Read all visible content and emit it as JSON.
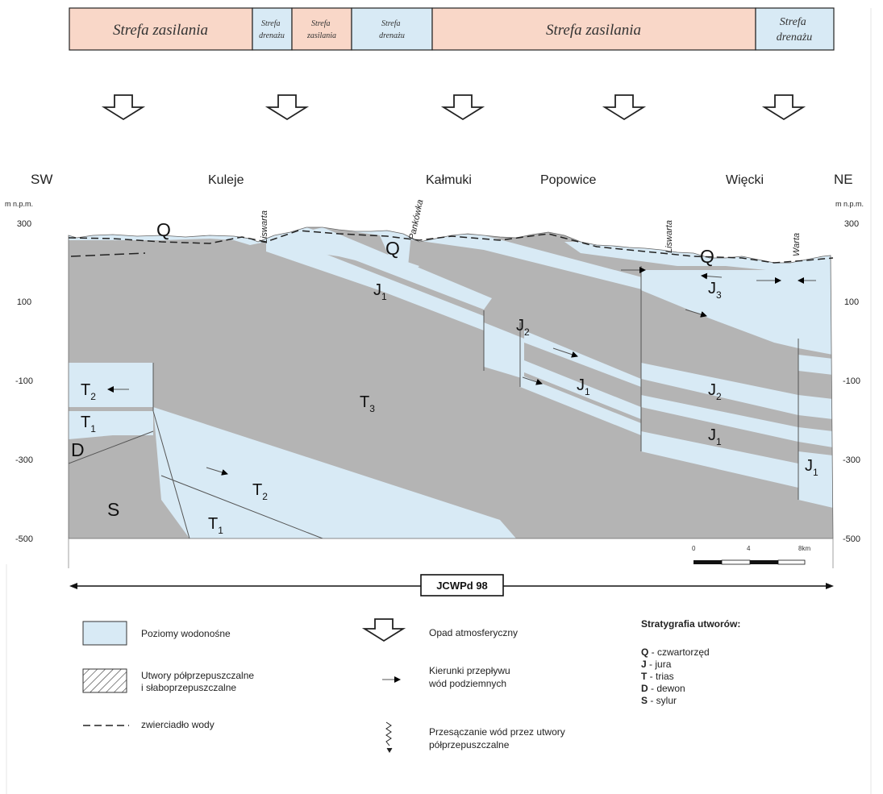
{
  "colors": {
    "supply_zone": "#f9d7c8",
    "drainage_zone": "#d8eaf5",
    "aquifer": "#d8eaf5",
    "aquitard": "#b4b4b4",
    "outline": "#222222"
  },
  "zones": [
    {
      "label": "Strefa zasilania",
      "kind": "supply"
    },
    {
      "label": "Strefa drenażu",
      "kind": "drainage"
    },
    {
      "label": "Strefa zasilania",
      "kind": "supply"
    },
    {
      "label": "Strefa drenażu",
      "kind": "drainage"
    },
    {
      "label": "Strefa zasilania",
      "kind": "supply"
    },
    {
      "label": "Strefa drenażu",
      "kind": "drainage"
    }
  ],
  "section": {
    "left_end": "SW",
    "right_end": "NE",
    "axis_unit": "m n.p.m.",
    "elevation_ticks": [
      "300",
      "100",
      "-100",
      "-300",
      "-500"
    ],
    "places": [
      "Kuleje",
      "Kałmuki",
      "Popowice",
      "Więcki"
    ],
    "rivers": [
      "Liswarta",
      "Pankówka",
      "Liswarta",
      "Warta"
    ],
    "unit_labels": [
      {
        "main": "Q",
        "sub": ""
      },
      {
        "main": "Q",
        "sub": ""
      },
      {
        "main": "Q",
        "sub": ""
      },
      {
        "main": "J",
        "sub": "1"
      },
      {
        "main": "J",
        "sub": "2"
      },
      {
        "main": "J",
        "sub": "1"
      },
      {
        "main": "J",
        "sub": "3"
      },
      {
        "main": "J",
        "sub": "2"
      },
      {
        "main": "J",
        "sub": "1"
      },
      {
        "main": "J",
        "sub": "1"
      },
      {
        "main": "T",
        "sub": "3"
      },
      {
        "main": "T",
        "sub": "2"
      },
      {
        "main": "T",
        "sub": "1"
      },
      {
        "main": "D",
        "sub": ""
      },
      {
        "main": "S",
        "sub": ""
      },
      {
        "main": "T",
        "sub": "2"
      },
      {
        "main": "T",
        "sub": "1"
      }
    ]
  },
  "scale": {
    "ticks": [
      "0",
      "4",
      "8km"
    ]
  },
  "unit_name": "JCWPd 98",
  "legend": {
    "aquifer": "Poziomy wodonośne",
    "aquitard_line1": "Utwory półprzepuszczalne",
    "aquitard_line2": "i słaboprzepuszczalne",
    "water_table": "zwierciadło wody",
    "precipitation": "Opad atmosferyczny",
    "flow_line1": "Kierunki przepływu",
    "flow_line2": "wód podziemnych",
    "seepage_line1": "Przesączanie wód przez utwory",
    "seepage_line2": "półprzepuszczalne"
  },
  "stratigraphy": {
    "title": "Stratygrafia utworów:",
    "items": [
      {
        "code": "Q",
        "desc": " - czwartorzęd"
      },
      {
        "code": "J",
        "desc": " - jura"
      },
      {
        "code": "T",
        "desc": " - trias"
      },
      {
        "code": "D",
        "desc": " -  dewon"
      },
      {
        "code": "S",
        "desc": " - sylur"
      }
    ]
  }
}
